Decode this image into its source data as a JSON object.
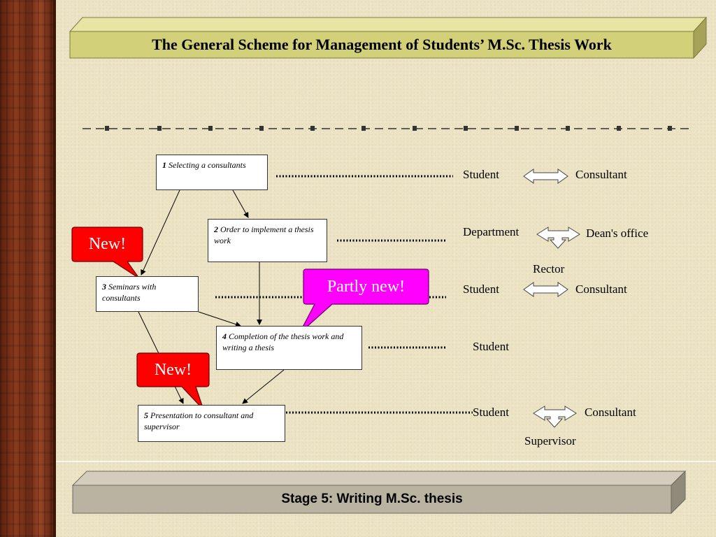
{
  "title": "The General Scheme for Management of Students’ M.Sc. Thesis Work",
  "footer": "Stage 5: Writing M.Sc. thesis",
  "steps": [
    {
      "num": "1",
      "text": "Selecting a consultants"
    },
    {
      "num": "2",
      "text": "Order to implement a thesis work"
    },
    {
      "num": "3",
      "text": "Seminars with consultants"
    },
    {
      "num": "4",
      "text": "Completion of the thesis work and writing a thesis"
    },
    {
      "num": "5",
      "text": "Presentation to consultant and supervisor"
    }
  ],
  "roles": {
    "row1": {
      "left": "Student",
      "right": "Consultant"
    },
    "row2": {
      "left": "Department",
      "right": "Dean's office",
      "below": "Rector"
    },
    "row3": {
      "left": "Student",
      "right": "Consultant"
    },
    "row4": {
      "left": "Student"
    },
    "row5": {
      "left": "Student",
      "right": "Consultant",
      "below": "Supervisor"
    }
  },
  "callouts": {
    "new_1": "New!",
    "new_2": "New!",
    "partly_new": "Partly new!"
  },
  "colors": {
    "title_banner": "#d3d07a",
    "footer_banner": "#b9b3a2",
    "callout_red": "#ff0000",
    "callout_magenta": "#ff00ff"
  }
}
